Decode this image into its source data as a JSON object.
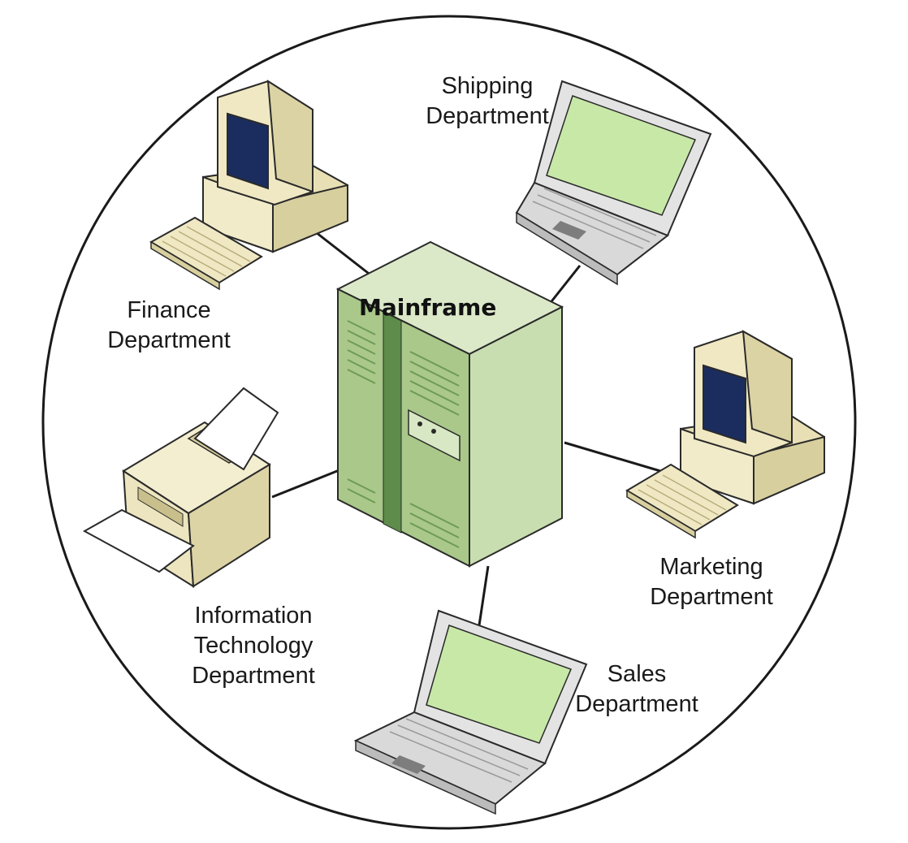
{
  "diagram": {
    "center": {
      "title": "Mainframe"
    },
    "nodes": [
      {
        "id": "finance",
        "lines": [
          "Finance",
          "Department"
        ],
        "device": "desktop-computer-icon"
      },
      {
        "id": "shipping",
        "lines": [
          "Shipping",
          "Department"
        ],
        "device": "laptop-icon"
      },
      {
        "id": "marketing",
        "lines": [
          "Marketing",
          "Department"
        ],
        "device": "desktop-computer-icon"
      },
      {
        "id": "sales",
        "lines": [
          "Sales",
          "Department"
        ],
        "device": "laptop-icon"
      },
      {
        "id": "it",
        "lines": [
          "Information",
          "Technology",
          "Department"
        ],
        "device": "printer-icon"
      }
    ]
  },
  "colors": {
    "mainframe_front": "#a9c889",
    "mainframe_side": "#c9deb0",
    "mainframe_top": "#dbe9c9",
    "mainframe_stripe": "#5e8c4a",
    "beige": "#efe8c3",
    "beige_dark": "#d8cf9f",
    "screen_navy": "#1b2d5e",
    "screen_green": "#c8e8a8",
    "laptop_body": "#d9d9d9",
    "outline": "#2a2a2a"
  }
}
